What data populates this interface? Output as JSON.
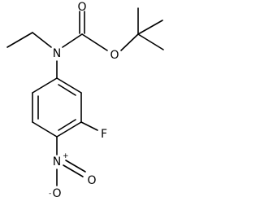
{
  "atoms": {
    "N_amine": "N",
    "O_carbonyl": "O",
    "O_ester": "O",
    "F": "F",
    "N_nitro": "N",
    "N_nitro_charge": "+",
    "O_nitro_bottom": "O",
    "O_nitro_bottom_charge": "-",
    "O_nitro_right": "O"
  },
  "colors": {
    "bond": "#000000",
    "label": "#000000",
    "background": "#ffffff"
  }
}
